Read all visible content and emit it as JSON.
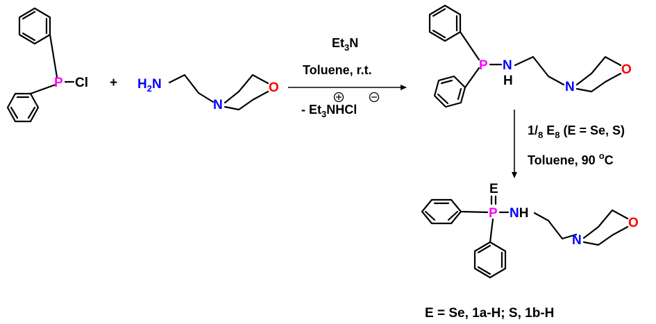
{
  "colors": {
    "phosphorus": "#ff00ff",
    "nitrogen": "#0000ff",
    "oxygen": "#ff0000",
    "bond": "#000000"
  },
  "atoms": {
    "p": "P",
    "cl": "Cl",
    "n": "N",
    "h": "H",
    "o": "O",
    "e": "E",
    "h2": "H",
    "h2_sub": "2"
  },
  "plus_sign": "+",
  "conditions_step1": {
    "reagent_main": "Et",
    "reagent_sub": "3",
    "reagent_tail": "N",
    "solvent": "Toluene, r.t.",
    "byproduct_prefix": "- Et",
    "byproduct_sub": "3",
    "byproduct_tail": "NHCl",
    "charge_plus": "+",
    "charge_minus": "−"
  },
  "conditions_step2": {
    "fraction_num": "1",
    "fraction_den": "8",
    "element_main": " E",
    "element_sub": "8",
    "element_tail": " (E = Se, S)",
    "solvent": "Toluene, 90 ",
    "degree": "o",
    "unit": "C"
  },
  "caption": "E = Se, 1a-H; S, 1b-H"
}
